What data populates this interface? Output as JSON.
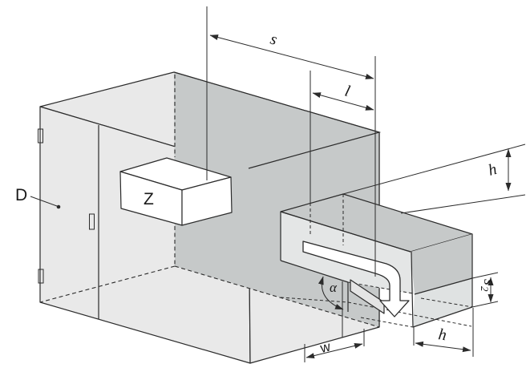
{
  "diagram": {
    "labels": {
      "room": "D",
      "source_box": "Z",
      "dim_s": "s",
      "dim_l": "l",
      "dim_h_side": "h",
      "dim_h_bottom": "h",
      "dim_s2_base": "s",
      "dim_s2_sub": "2",
      "dim_w": "w",
      "angle_alpha": "α"
    },
    "colors": {
      "background": "#ffffff",
      "face_light": "#e9e9e9",
      "face_dark": "#c6c9c9",
      "face_shelf": "#e4e6e6",
      "face_slot": "#dfe2e2",
      "face_flap": "#e4e4e4",
      "box_white": "#ffffff",
      "line": "#2b2b2b"
    }
  }
}
